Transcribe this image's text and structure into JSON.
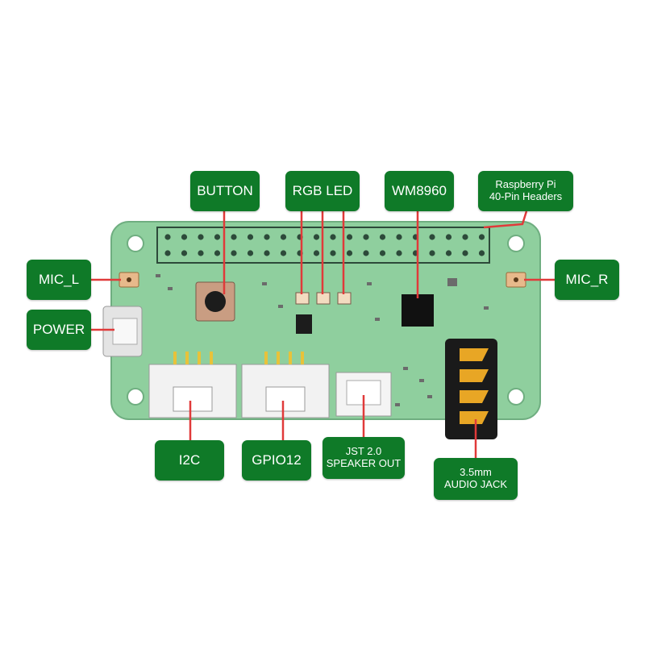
{
  "labels": {
    "button": "BUTTON",
    "rgb_led": "RGB LED",
    "wm8960": "WM8960",
    "rpi_header_line1": "Raspberry Pi",
    "rpi_header_line2": "40-Pin Headers",
    "mic_l": "MIC_L",
    "mic_r": "MIC_R",
    "power": "POWER",
    "i2c": "I2C",
    "gpio12": "GPIO12",
    "jst_line1": "JST 2.0",
    "jst_line2": "SPEAKER OUT",
    "audio_line1": "3.5mm",
    "audio_line2": "AUDIO JACK"
  },
  "colors": {
    "label_bg": "#0f7a28",
    "board": "#8fcf9e",
    "pointer": "#e03a3a",
    "header_pins": "#2d4a3a",
    "audio_jack": "#e8a625"
  }
}
